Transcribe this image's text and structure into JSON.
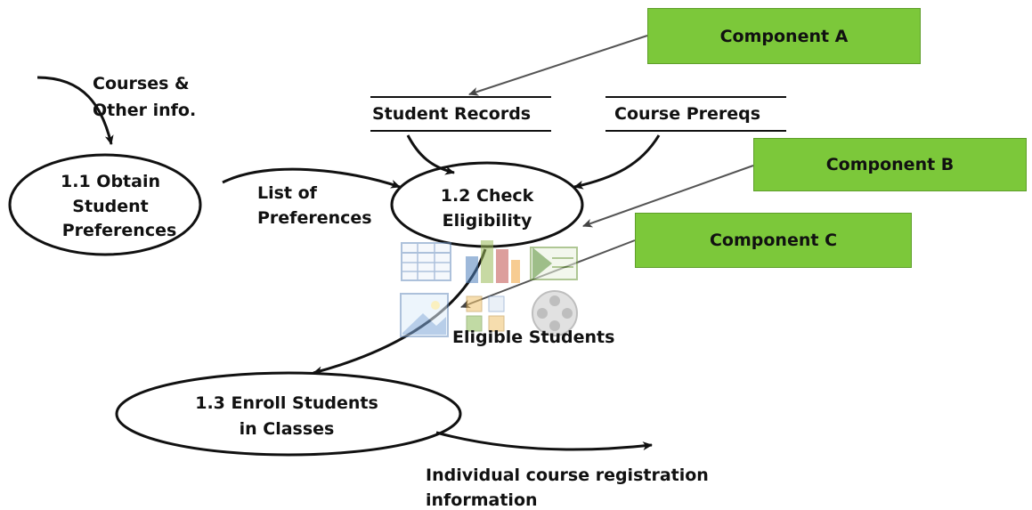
{
  "processes": {
    "p1": {
      "line1": "1.1 Obtain",
      "line2": "Student",
      "line3": "Preferences"
    },
    "p2": {
      "line1": "1.2 Check",
      "line2": "Eligibility"
    },
    "p3": {
      "line1": "1.3 Enroll Students",
      "line2": "in Classes"
    }
  },
  "data_stores": {
    "student_records": "Student Records",
    "course_prereqs": "Course Prereqs"
  },
  "flows": {
    "courses_info_1": "Courses &",
    "courses_info_2": "Other info.",
    "list_prefs_1": "List of",
    "list_prefs_2": "Preferences",
    "eligible": "Eligible Students",
    "registration_1": "Individual course registration",
    "registration_2": "information"
  },
  "components": {
    "a": "Component A",
    "b": "Component B",
    "c": "Component C"
  },
  "colors": {
    "component_fill": "#7cc83a",
    "line": "#111111"
  },
  "overlay_icons": [
    "table-icon",
    "bar-chart-icon",
    "spreadsheet-icon",
    "picture-icon",
    "smartart-icon",
    "media-icon"
  ]
}
